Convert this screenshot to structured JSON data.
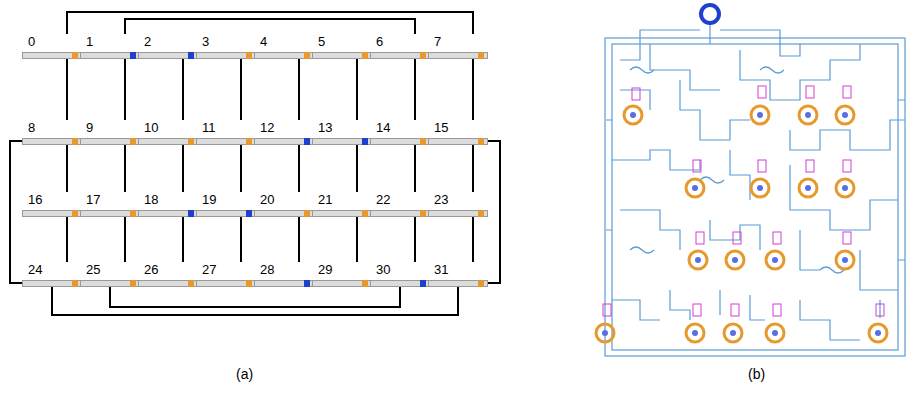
{
  "diagram": {
    "nodes": [
      {
        "text": [
          "0"
        ]
      },
      {
        "text": [
          "1"
        ]
      },
      {
        "text": [
          "2"
        ]
      },
      {
        "text": [
          "3"
        ]
      },
      {
        "text": [
          "4"
        ]
      },
      {
        "text": [
          "5"
        ]
      },
      {
        "text": [
          "6"
        ]
      },
      {
        "text": [
          "7"
        ]
      },
      {
        "text": [
          "8"
        ]
      },
      {
        "text": [
          "9"
        ]
      },
      {
        "text": [
          "10"
        ]
      },
      {
        "text": [
          "11"
        ]
      },
      {
        "text": [
          "12"
        ]
      },
      {
        "text": [
          "13"
        ]
      },
      {
        "text": [
          "14"
        ]
      },
      {
        "text": [
          "15"
        ]
      },
      {
        "text": [
          "16"
        ]
      },
      {
        "text": [
          "17"
        ]
      },
      {
        "text": [
          "18"
        ]
      },
      {
        "text": [
          "19"
        ]
      },
      {
        "text": [
          "20"
        ]
      },
      {
        "text": [
          "21"
        ]
      },
      {
        "text": [
          "22"
        ]
      },
      {
        "text": [
          "23"
        ]
      },
      {
        "text": [
          "24"
        ]
      },
      {
        "text": [
          "25"
        ]
      },
      {
        "text": [
          "26"
        ]
      },
      {
        "text": [
          "27"
        ]
      },
      {
        "text": [
          "28"
        ]
      },
      {
        "text": [
          "29"
        ]
      },
      {
        "text": [
          "30"
        ]
      },
      {
        "text": [
          "31"
        ]
      }
    ],
    "edges": [
      {
        "from": 0,
        "to": 1,
        "arrow": "none"
      },
      {
        "from": 1,
        "to": 2,
        "arrow": "none"
      },
      {
        "from": 2,
        "to": 3,
        "arrow": "none"
      },
      {
        "from": 3,
        "to": 4,
        "arrow": "none"
      },
      {
        "from": 4,
        "to": 5,
        "arrow": "none"
      },
      {
        "from": 5,
        "to": 6,
        "arrow": "none"
      },
      {
        "from": 6,
        "to": 7,
        "arrow": "none"
      },
      {
        "from": 8,
        "to": 9,
        "arrow": "none"
      },
      {
        "from": 9,
        "to": 10,
        "arrow": "none"
      },
      {
        "from": 10,
        "to": 11,
        "arrow": "none"
      },
      {
        "from": 11,
        "to": 12,
        "arrow": "none"
      },
      {
        "from": 12,
        "to": 13,
        "arrow": "none"
      },
      {
        "from": 13,
        "to": 14,
        "arrow": "none"
      },
      {
        "from": 14,
        "to": 15,
        "arrow": "none"
      },
      {
        "from": 16,
        "to": 17,
        "arrow": "none"
      },
      {
        "from": 17,
        "to": 18,
        "arrow": "none"
      },
      {
        "from": 18,
        "to": 19,
        "arrow": "none"
      },
      {
        "from": 19,
        "to": 20,
        "arrow": "none"
      },
      {
        "from": 20,
        "to": 21,
        "arrow": "none"
      },
      {
        "from": 21,
        "to": 22,
        "arrow": "none"
      },
      {
        "from": 22,
        "to": 23,
        "arrow": "none"
      },
      {
        "from": 24,
        "to": 25,
        "arrow": "none"
      },
      {
        "from": 25,
        "to": 26,
        "arrow": "none"
      },
      {
        "from": 26,
        "to": 27,
        "arrow": "none"
      },
      {
        "from": 27,
        "to": 28,
        "arrow": "none"
      },
      {
        "from": 28,
        "to": 29,
        "arrow": "none"
      },
      {
        "from": 29,
        "to": 30,
        "arrow": "none"
      },
      {
        "from": 30,
        "to": 31,
        "arrow": "none"
      },
      {
        "from": 0,
        "to": 8,
        "arrow": "none"
      },
      {
        "from": 1,
        "to": 9,
        "arrow": "none"
      },
      {
        "from": 2,
        "to": 10,
        "arrow": "none"
      },
      {
        "from": 3,
        "to": 11,
        "arrow": "none"
      },
      {
        "from": 4,
        "to": 12,
        "arrow": "none"
      },
      {
        "from": 5,
        "to": 13,
        "arrow": "none"
      },
      {
        "from": 6,
        "to": 14,
        "arrow": "none"
      },
      {
        "from": 7,
        "to": 15,
        "arrow": "none"
      },
      {
        "from": 8,
        "to": 16,
        "arrow": "none"
      },
      {
        "from": 9,
        "to": 17,
        "arrow": "none"
      },
      {
        "from": 10,
        "to": 18,
        "arrow": "none"
      },
      {
        "from": 11,
        "to": 19,
        "arrow": "none"
      },
      {
        "from": 12,
        "to": 20,
        "arrow": "none"
      },
      {
        "from": 13,
        "to": 21,
        "arrow": "none"
      },
      {
        "from": 14,
        "to": 22,
        "arrow": "none"
      },
      {
        "from": 15,
        "to": 23,
        "arrow": "none"
      },
      {
        "from": 16,
        "to": 24,
        "arrow": "none"
      },
      {
        "from": 17,
        "to": 25,
        "arrow": "none"
      },
      {
        "from": 18,
        "to": 26,
        "arrow": "none"
      },
      {
        "from": 19,
        "to": 27,
        "arrow": "none"
      },
      {
        "from": 20,
        "to": 28,
        "arrow": "none"
      },
      {
        "from": 21,
        "to": 29,
        "arrow": "none"
      },
      {
        "from": 22,
        "to": 30,
        "arrow": "none"
      },
      {
        "from": 23,
        "to": 31,
        "arrow": "none"
      },
      {
        "from": 0,
        "to": 7,
        "arrow": "none"
      },
      {
        "from": 1,
        "to": 6,
        "arrow": "none"
      },
      {
        "from": 3,
        "to": 4,
        "arrow": "none"
      },
      {
        "from": 8,
        "to": 24,
        "arrow": "none"
      },
      {
        "from": 15,
        "to": 31,
        "arrow": "none"
      },
      {
        "from": 24,
        "to": 31,
        "arrow": "none"
      },
      {
        "from": 25,
        "to": 30,
        "arrow": "none"
      },
      {
        "from": 27,
        "to": 28,
        "arrow": "none"
      }
    ],
    "labels": [
      "(a)",
      "(b)"
    ]
  }
}
